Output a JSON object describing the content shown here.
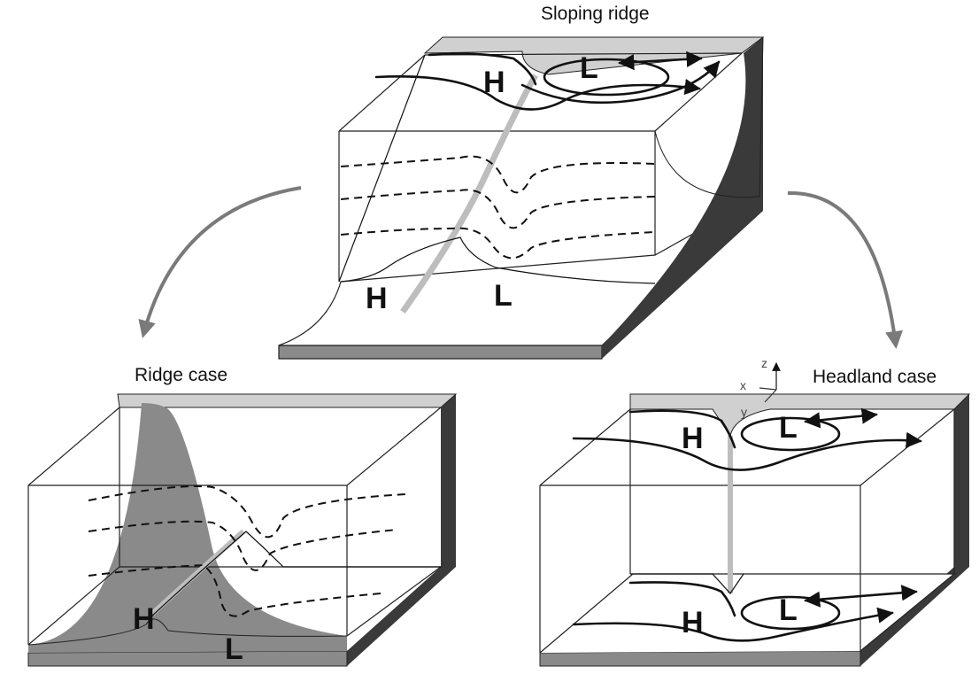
{
  "diagram": {
    "top_panel": {
      "title": "Sloping ridge",
      "high_surface": "H",
      "low_surface": "L",
      "high_bottom": "H",
      "low_bottom": "L"
    },
    "left_panel": {
      "title": "Ridge case",
      "high": "H",
      "low": "L"
    },
    "right_panel": {
      "title": "Headland case",
      "high_surface": "H",
      "low_surface": "L",
      "high_bottom": "H",
      "low_bottom": "L",
      "axes": {
        "z": "z",
        "x": "x",
        "y": "y"
      }
    }
  },
  "colors": {
    "shelf": "#d0d0d0",
    "side_dark": "#3a3a3a",
    "floor_band": "#8a8a8a",
    "ridge": "#bdbdbd",
    "arrow": "#7a7a7a"
  }
}
